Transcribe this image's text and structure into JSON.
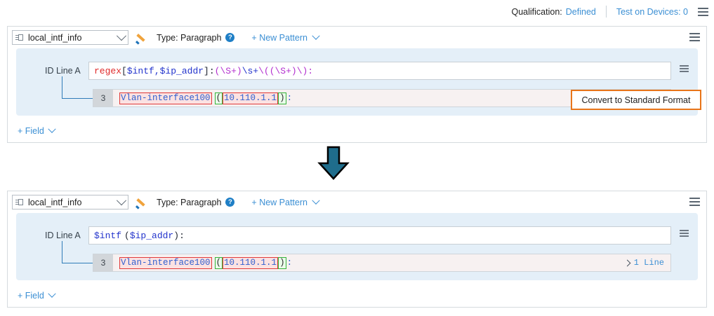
{
  "topbar": {
    "qualification_label": "Qualification:",
    "qualification_value": "Defined",
    "test_link": "Test on Devices: 0",
    "menu_icon": "hamburger-icon"
  },
  "panels": [
    {
      "id": "before",
      "toolbar": {
        "select_icon": "device-interface-icon",
        "select_value": "local_intf_info",
        "select_chevron": "chevron-down-icon",
        "edit_icon": "pencil-icon",
        "type_label": "Type: Paragraph",
        "help_icon": "help-circle-icon",
        "new_pattern_label": "+ New Pattern",
        "new_pattern_chevron": "chevron-down-icon",
        "menu_icon": "hamburger-icon"
      },
      "idline": {
        "label": "ID Line A",
        "value": "regex[$intf,$ip_addr]:(\\S+)\\s+\\((\\S+)\\):",
        "tokens": [
          {
            "text": "regex",
            "color": "red"
          },
          {
            "text": "[",
            "color": "dark"
          },
          {
            "text": "$intf,$ip_addr",
            "color": "blue"
          },
          {
            "text": "]",
            "color": "dark"
          },
          {
            "text": ":",
            "color": "dark"
          },
          {
            "text": "(\\S+)",
            "color": "magenta"
          },
          {
            "text": "\\s+",
            "color": "blue"
          },
          {
            "text": "\\((\\S+)\\):",
            "color": "magenta"
          }
        ],
        "menu_icon": "hamburger-icon"
      },
      "result": {
        "row_number": "3",
        "tokens": [
          {
            "text": "Vlan-interface100",
            "style": "red-box"
          },
          {
            "text": " ",
            "style": "gap"
          },
          {
            "text": "(",
            "style": "green-box"
          },
          {
            "text": "10.110.1.1",
            "style": "red-box"
          },
          {
            "text": ")",
            "style": "green-box"
          },
          {
            "text": ":",
            "style": "plain"
          }
        ],
        "lines_toggle": ""
      },
      "field_link": "+ Field",
      "field_chevron": "chevron-down-icon"
    },
    {
      "id": "after",
      "toolbar": {
        "select_icon": "device-interface-icon",
        "select_value": "local_intf_info",
        "select_chevron": "chevron-down-icon",
        "edit_icon": "pencil-icon",
        "type_label": "Type: Paragraph",
        "help_icon": "help-circle-icon",
        "new_pattern_label": "+ New Pattern",
        "new_pattern_chevron": "chevron-down-icon",
        "menu_icon": "hamburger-icon"
      },
      "idline": {
        "label": "ID Line A",
        "value": "$intf ($ip_addr):",
        "tokens": [
          {
            "text": "$intf",
            "color": "blue"
          },
          {
            "text": " ",
            "color": "dark"
          },
          {
            "text": "(",
            "color": "dark"
          },
          {
            "text": "$ip_addr",
            "color": "blue"
          },
          {
            "text": ")",
            "color": "dark"
          },
          {
            "text": ":",
            "color": "dark"
          }
        ],
        "menu_icon": "hamburger-icon"
      },
      "result": {
        "row_number": "3",
        "tokens": [
          {
            "text": "Vlan-interface100",
            "style": "red-box"
          },
          {
            "text": " ",
            "style": "gap"
          },
          {
            "text": "(",
            "style": "green-box"
          },
          {
            "text": "10.110.1.1",
            "style": "red-box"
          },
          {
            "text": ")",
            "style": "green-box"
          },
          {
            "text": ":",
            "style": "plain"
          }
        ],
        "lines_toggle": "1 Line"
      },
      "field_link": "+ Field",
      "field_chevron": "chevron-down-icon"
    }
  ],
  "tooltip": {
    "label": "Convert to Standard Format",
    "border_color": "#e8751a"
  },
  "arrow": {
    "name": "down-arrow",
    "fill": "#1f6d8c",
    "stroke": "#000000"
  },
  "colors": {
    "accent_blue": "#3b8fd4",
    "panel_blue": "#e4eff8",
    "token_red": "#e03a3a",
    "token_green": "#36b33a",
    "orange": "#e8751a"
  }
}
